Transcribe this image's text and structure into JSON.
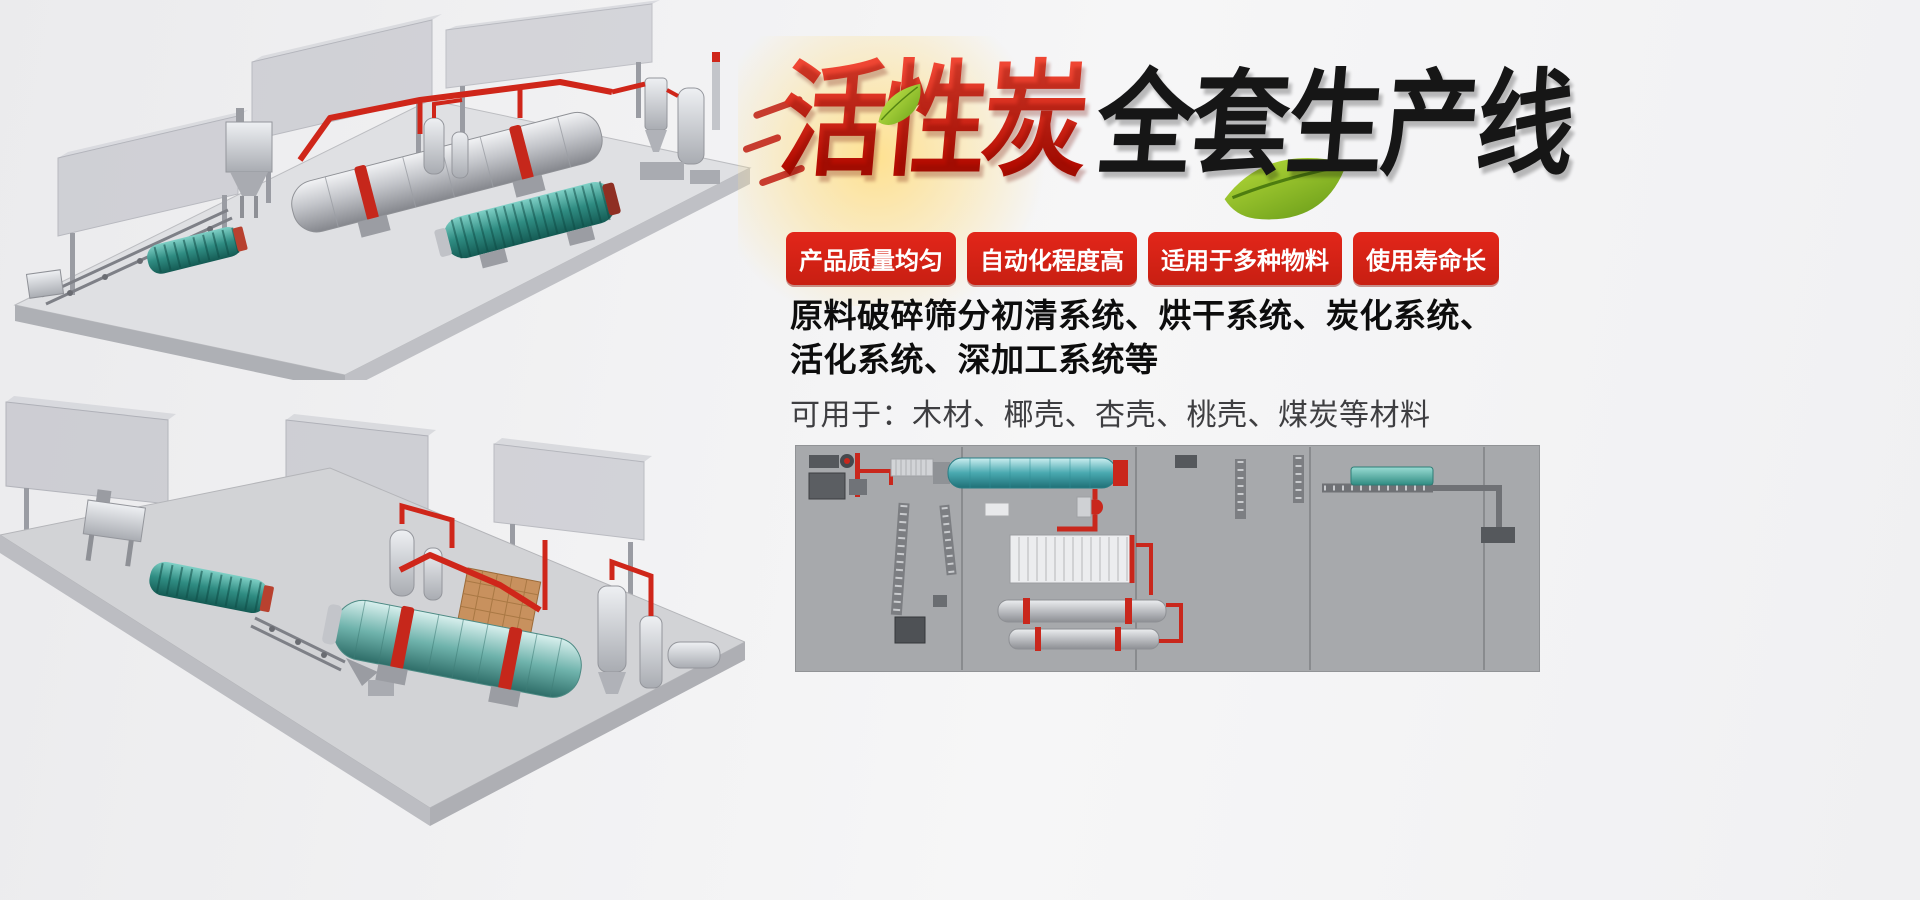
{
  "page": {
    "background_left": "#ededef",
    "background_right": "#f7f7f8"
  },
  "hero": {
    "title_red": "活性炭",
    "title_black": "全套生产线",
    "badges": [
      "产品质量均匀",
      "自动化程度高",
      "适用于多种物料",
      "使用寿命长"
    ],
    "description_line1": "原料破碎筛分初清系统、烘干系统、炭化系统、",
    "description_line2": "活化系统、深加工系统等",
    "materials_line": "可用于：木材、椰壳、杏壳、桃壳、煤炭等材料",
    "colors": {
      "title_red": "#cc1a10",
      "title_black": "#161616",
      "badge_red": "#dc2418",
      "leaf_green": "#7fb322",
      "machine_teal": "#2f8c82",
      "pipe_red": "#cf261a",
      "diagram_gray": "#a7a9ac"
    }
  },
  "illustrations": {
    "top_render_label": "activated-carbon-line-3d-render-upper",
    "bottom_render_label": "activated-carbon-line-3d-render-lower",
    "diagram_label": "production-line-top-view-layout"
  }
}
